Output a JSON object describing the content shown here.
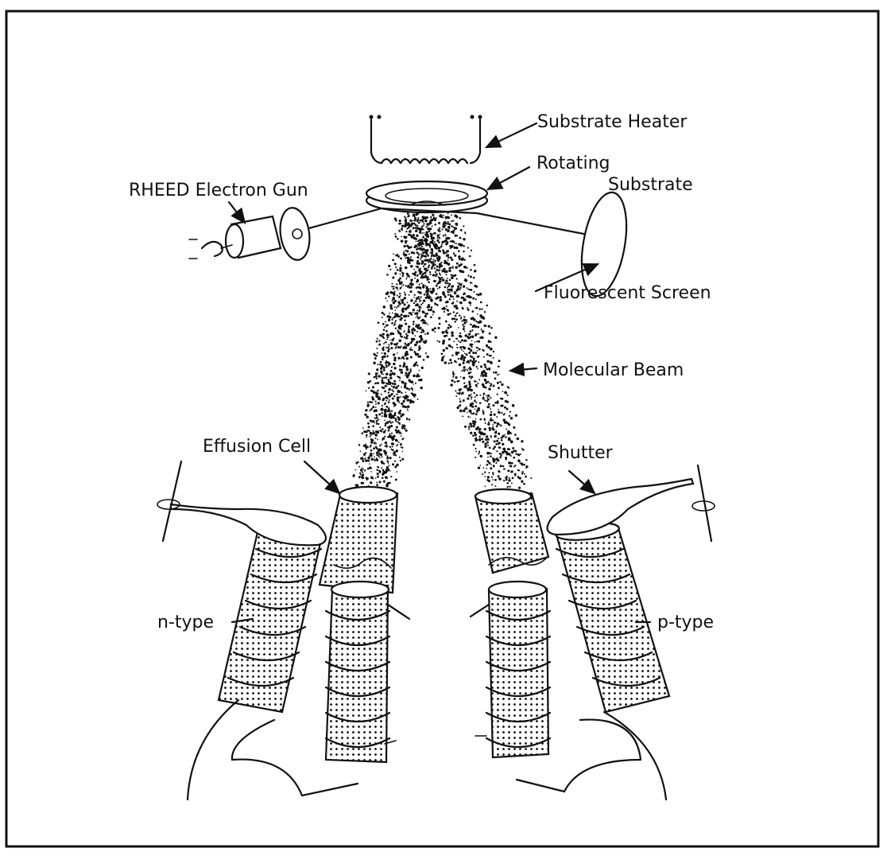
{
  "labels": {
    "substrate_heater": "Substrate Heater",
    "rotating": "Rotating",
    "substrate": "Substrate",
    "rheed_gun": "RHEED Electron Gun",
    "fluorescent_screen": "Fluorescent Screen",
    "molecular_beam": "Molecular Beam",
    "effusion_cell": "Effusion Cell",
    "shutter": "Shutter",
    "n_type": "n-type",
    "p_type": "p-type"
  },
  "colors": {
    "ink": "#111111",
    "paper": "#ffffff"
  }
}
